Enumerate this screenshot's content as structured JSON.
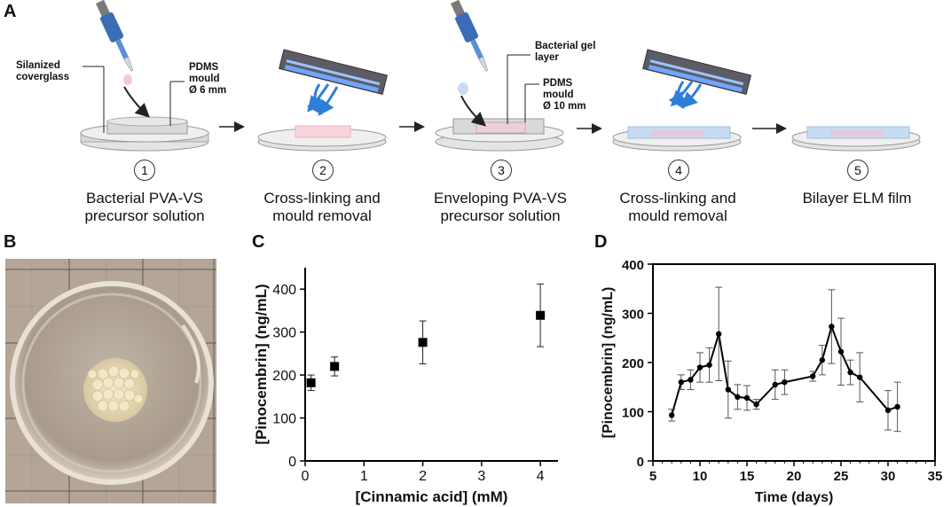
{
  "panel_letters": {
    "a": "A",
    "b": "B",
    "c": "C",
    "d": "D"
  },
  "schematic": {
    "steps": [
      {
        "number": "1",
        "label_lines": [
          "Bacterial PVA-VS",
          "precursor solution"
        ]
      },
      {
        "number": "2",
        "label_lines": [
          "Cross-linking and",
          "mould removal"
        ]
      },
      {
        "number": "3",
        "label_lines": [
          "Enveloping PVA-VS",
          "precursor solution"
        ]
      },
      {
        "number": "4",
        "label_lines": [
          "Cross-linking and",
          "mould removal"
        ]
      },
      {
        "number": "5",
        "label_lines": [
          "Bilayer ELM film"
        ]
      }
    ],
    "callouts": {
      "silanized": [
        "Silanized",
        "coverglass"
      ],
      "pdms6": [
        "PDMS",
        "mould",
        "Ø 6 mm"
      ],
      "bacterial_gel": [
        "Bacterial gel",
        "layer"
      ],
      "pdms10": [
        "PDMS",
        "mould",
        "Ø 10 mm"
      ]
    },
    "colors": {
      "pipette": "#3a6db5",
      "uv_lamp": "#2f4f9f",
      "uv_rays": "#2e7fd8",
      "gel_pink": "#f3c9d2",
      "gel_blue": "#c7dcf0",
      "dish": "#e4e4e4"
    }
  },
  "photo_b": {
    "description_colors": {
      "background": "#b7a99b",
      "dish_rim": "#d7cebf",
      "gel": "#efe4c2"
    }
  },
  "chart_data": [
    {
      "type": "scatter",
      "xlabel": "[Cinnamic acid] (mM)",
      "ylabel": "[Pinocembrin] (ng/mL)",
      "xlim": [
        0,
        4.3
      ],
      "ylim": [
        0,
        450
      ],
      "xticks": [
        "0",
        "1",
        "2",
        "3",
        "4"
      ],
      "yticks": [
        "0",
        "100",
        "200",
        "300",
        "400"
      ],
      "points": [
        {
          "x": 0.1,
          "y": 182,
          "err": 18
        },
        {
          "x": 0.5,
          "y": 220,
          "err": 22
        },
        {
          "x": 2,
          "y": 276,
          "err": 50
        },
        {
          "x": 4,
          "y": 339,
          "err": 73
        }
      ]
    },
    {
      "type": "line",
      "xlabel": "Time (days)",
      "ylabel": "[Pinocembrin] (ng/mL)",
      "xlim": [
        5,
        35
      ],
      "ylim": [
        0,
        400
      ],
      "xticks": [
        "5",
        "10",
        "15",
        "20",
        "25",
        "30",
        "35"
      ],
      "yticks": [
        "0",
        "100",
        "200",
        "300",
        "400"
      ],
      "points": [
        {
          "x": 7,
          "y": 93,
          "err": 12
        },
        {
          "x": 8,
          "y": 160,
          "err": 15
        },
        {
          "x": 9,
          "y": 165,
          "err": 20
        },
        {
          "x": 10,
          "y": 190,
          "err": 30
        },
        {
          "x": 11,
          "y": 195,
          "err": 35
        },
        {
          "x": 12,
          "y": 258,
          "err": 95
        },
        {
          "x": 13,
          "y": 145,
          "err": 58
        },
        {
          "x": 14,
          "y": 130,
          "err": 25
        },
        {
          "x": 15,
          "y": 128,
          "err": 25
        },
        {
          "x": 16,
          "y": 115,
          "err": 10
        },
        {
          "x": 18,
          "y": 155,
          "err": 30
        },
        {
          "x": 19,
          "y": 160,
          "err": 25
        },
        {
          "x": 22,
          "y": 172,
          "err": 10
        },
        {
          "x": 23,
          "y": 205,
          "err": 30
        },
        {
          "x": 24,
          "y": 273,
          "err": 75
        },
        {
          "x": 25,
          "y": 222,
          "err": 68
        },
        {
          "x": 26,
          "y": 180,
          "err": 25
        },
        {
          "x": 27,
          "y": 170,
          "err": 50
        },
        {
          "x": 30,
          "y": 103,
          "err": 40
        },
        {
          "x": 31,
          "y": 110,
          "err": 50
        }
      ]
    }
  ]
}
